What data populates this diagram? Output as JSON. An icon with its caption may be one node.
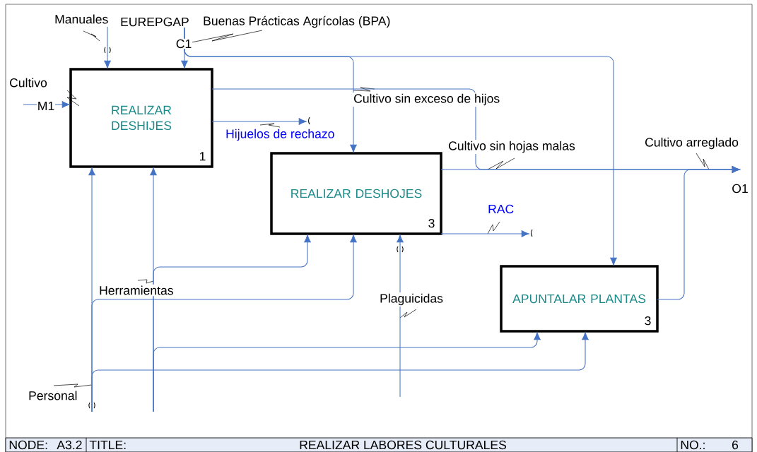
{
  "diagram": {
    "nodes": [
      {
        "text": [
          "REALIZAR DESHIJES",
          "1"
        ]
      },
      {
        "text": [
          "REALIZAR DESHOJES",
          "3"
        ]
      },
      {
        "text": [
          "APUNTALAR PLANTAS",
          "3"
        ]
      }
    ],
    "edges": [
      {
        "from": null,
        "to": 0,
        "arrow": "to",
        "label": "Cultivo"
      },
      {
        "from": null,
        "to": 0,
        "arrow": "to",
        "label": "Manuales"
      },
      {
        "from": null,
        "to": 0,
        "arrow": "to",
        "label": "EUREPGAP"
      },
      {
        "from": null,
        "to": 1,
        "arrow": "to",
        "label": "Buenas Prácticas Agrícolas (BPA)"
      },
      {
        "from": null,
        "to": 2,
        "arrow": "to"
      },
      {
        "from": 0,
        "to": null,
        "arrow": "to",
        "label": "Cultivo sin exceso de hijos"
      },
      {
        "from": 0,
        "to": null,
        "arrow": "to",
        "label": "Hijuelos de rechazo"
      },
      {
        "from": 1,
        "to": null,
        "arrow": "to",
        "label": "Cultivo sin hojas malas"
      },
      {
        "from": 1,
        "to": null,
        "arrow": "to",
        "label": "RAC"
      },
      {
        "from": 2,
        "to": null,
        "arrow": "to",
        "label": "Cultivo arreglado"
      },
      {
        "from": null,
        "to": 1,
        "arrow": "to",
        "label": "Plaguicidas"
      },
      {
        "from": null,
        "to": 0,
        "arrow": "to",
        "label": "Herramientas"
      },
      {
        "from": null,
        "to": 1,
        "arrow": "to"
      },
      {
        "from": null,
        "to": 2,
        "arrow": "to"
      },
      {
        "from": null,
        "to": 0,
        "arrow": "to",
        "label": "Personal"
      },
      {
        "from": null,
        "to": 1,
        "arrow": "to"
      },
      {
        "from": null,
        "to": 2,
        "arrow": "to"
      }
    ],
    "labels": [
      "M1",
      "C1",
      "O1",
      "NODE:",
      "A3.2",
      "TITLE:",
      "REALIZAR LABORES CULTURALES",
      "NO.:",
      "6"
    ]
  }
}
